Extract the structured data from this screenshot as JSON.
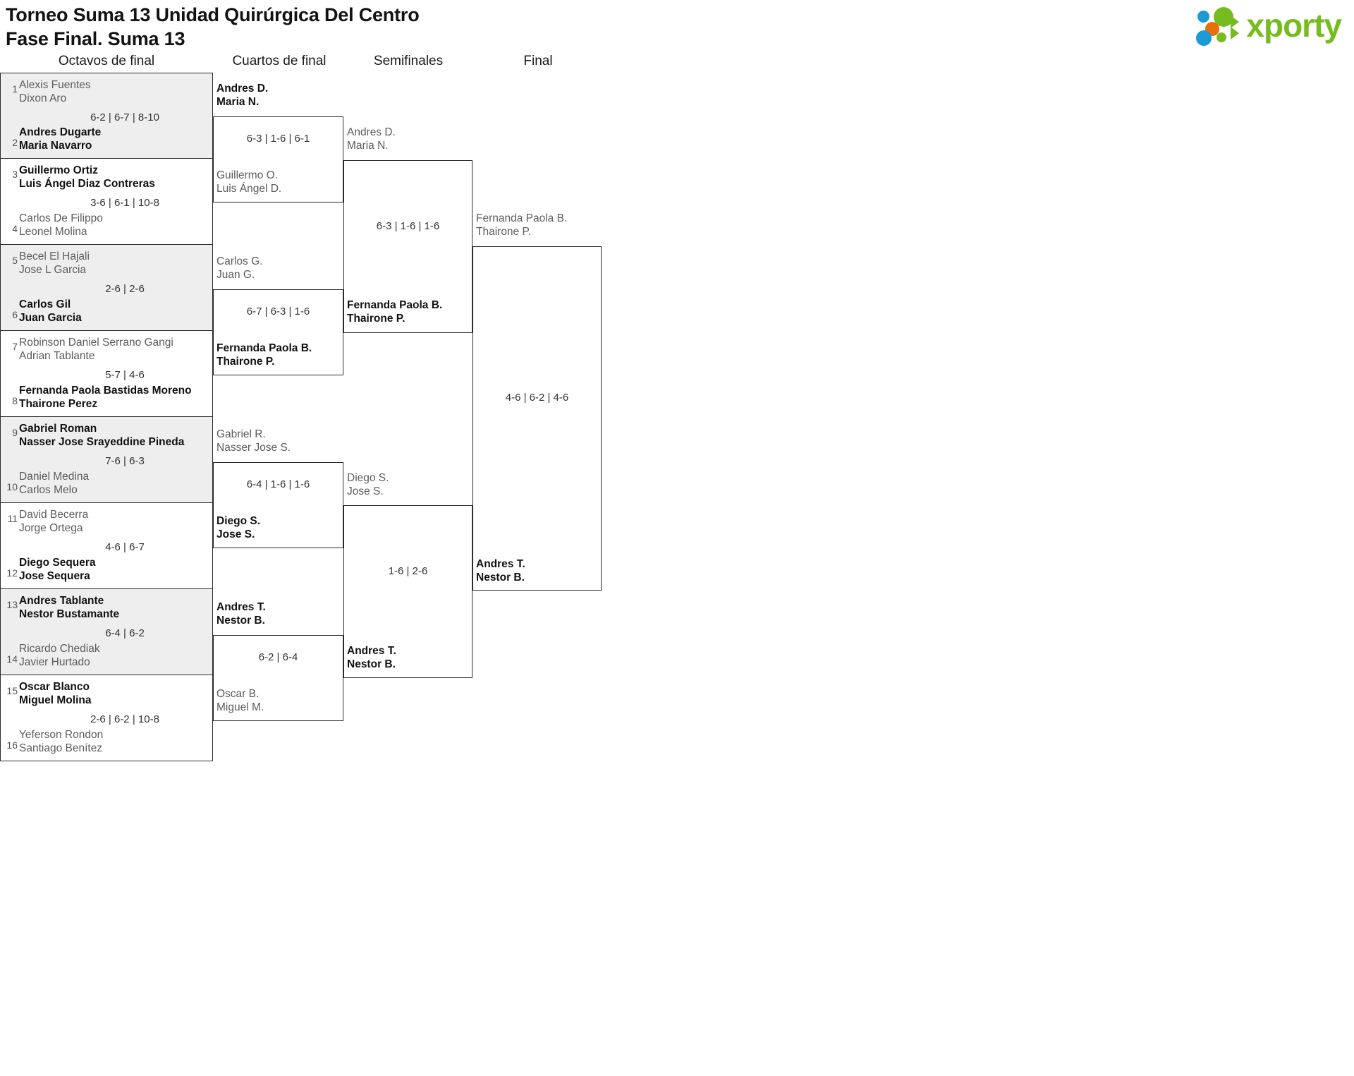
{
  "header": {
    "title_line1": "Torneo Suma 13 Unidad Quirúrgica Del Centro",
    "title_line2": "Fase Final. Suma 13",
    "logo_text": "xporty",
    "logo_colors": {
      "green": "#76bc21",
      "blue": "#1b9ad6",
      "orange": "#e8700a"
    }
  },
  "rounds": [
    {
      "label": "Octavos de final"
    },
    {
      "label": "Cuartos de final"
    },
    {
      "label": "Semifinales"
    },
    {
      "label": "Final"
    }
  ],
  "round1": {
    "matches": [
      {
        "shaded": true,
        "score": "6-2 | 6-7 | 8-10",
        "top": {
          "seed": "1",
          "p1": "Alexis Fuentes",
          "p2": "Dixon Aro",
          "winner": false
        },
        "bottom": {
          "seed": "2",
          "p1": "Andres Dugarte",
          "p2": "Maria Navarro",
          "winner": true
        }
      },
      {
        "shaded": false,
        "score": "3-6 | 6-1 | 10-8",
        "top": {
          "seed": "3",
          "p1": "Guillermo Ortiz",
          "p2": "Luis Ángel Diaz Contreras",
          "winner": true
        },
        "bottom": {
          "seed": "4",
          "p1": "Carlos De Filippo",
          "p2": "Leonel Molina",
          "winner": false
        }
      },
      {
        "shaded": true,
        "score": "2-6 | 2-6",
        "top": {
          "seed": "5",
          "p1": "Becel El Hajali",
          "p2": "Jose L Garcia",
          "winner": false
        },
        "bottom": {
          "seed": "6",
          "p1": "Carlos Gil",
          "p2": "Juan Garcia",
          "winner": true
        }
      },
      {
        "shaded": false,
        "score": "5-7 | 4-6",
        "top": {
          "seed": "7",
          "p1": "Robinson Daniel Serrano Gangi",
          "p2": "Adrian Tablante",
          "winner": false
        },
        "bottom": {
          "seed": "8",
          "p1": "Fernanda Paola Bastidas Moreno",
          "p2": "Thairone Perez",
          "winner": true
        }
      },
      {
        "shaded": true,
        "score": "7-6 | 6-3",
        "top": {
          "seed": "9",
          "p1": "Gabriel Roman",
          "p2": "Nasser Jose Srayeddine Pineda",
          "winner": true
        },
        "bottom": {
          "seed": "10",
          "p1": "Daniel Medina",
          "p2": "Carlos Melo",
          "winner": false
        }
      },
      {
        "shaded": false,
        "score": "4-6 | 6-7",
        "top": {
          "seed": "11",
          "p1": "David Becerra",
          "p2": "Jorge Ortega",
          "winner": false
        },
        "bottom": {
          "seed": "12",
          "p1": "Diego Sequera",
          "p2": "Jose Sequera",
          "winner": true
        }
      },
      {
        "shaded": true,
        "score": "6-4 | 6-2",
        "top": {
          "seed": "13",
          "p1": "Andres Tablante",
          "p2": "Nestor Bustamante",
          "winner": true
        },
        "bottom": {
          "seed": "14",
          "p1": "Ricardo Chediak",
          "p2": "Javier Hurtado",
          "winner": false
        }
      },
      {
        "shaded": false,
        "score": "2-6 | 6-2 | 10-8",
        "top": {
          "seed": "15",
          "p1": "Oscar Blanco",
          "p2": "Miguel Molina",
          "winner": true
        },
        "bottom": {
          "seed": "16",
          "p1": "Yeferson Rondon",
          "p2": "Santiago Benítez",
          "winner": false
        }
      }
    ]
  },
  "round2": {
    "matches": [
      {
        "score": "6-3 | 1-6 | 6-1",
        "top": {
          "p1": "Andres D.",
          "p2": "Maria N.",
          "winner": true
        },
        "bottom": {
          "p1": "Guillermo O.",
          "p2": "Luis Ángel D.",
          "winner": false
        }
      },
      {
        "score": "6-7 | 6-3 | 1-6",
        "top": {
          "p1": "Carlos G.",
          "p2": "Juan G.",
          "winner": false
        },
        "bottom": {
          "p1": "Fernanda Paola B.",
          "p2": "Thairone P.",
          "winner": true
        }
      },
      {
        "score": "6-4 | 1-6 | 1-6",
        "top": {
          "p1": "Gabriel R.",
          "p2": "Nasser Jose S.",
          "winner": false
        },
        "bottom": {
          "p1": "Diego S.",
          "p2": "Jose S.",
          "winner": true
        }
      },
      {
        "score": "6-2 | 6-4",
        "top": {
          "p1": "Andres T.",
          "p2": "Nestor B.",
          "winner": true
        },
        "bottom": {
          "p1": "Oscar B.",
          "p2": "Miguel M.",
          "winner": false
        }
      }
    ]
  },
  "round3": {
    "matches": [
      {
        "score": "6-3 | 1-6 | 1-6",
        "top": {
          "p1": "Andres D.",
          "p2": "Maria N.",
          "winner": false
        },
        "bottom": {
          "p1": "Fernanda Paola B.",
          "p2": "Thairone P.",
          "winner": true
        }
      },
      {
        "score": "1-6 | 2-6",
        "top": {
          "p1": "Diego S.",
          "p2": "Jose S.",
          "winner": false
        },
        "bottom": {
          "p1": "Andres T.",
          "p2": "Nestor B.",
          "winner": true
        }
      }
    ]
  },
  "round4": {
    "matches": [
      {
        "score": "4-6 | 6-2 | 4-6",
        "top": {
          "p1": "Fernanda Paola B.",
          "p2": "Thairone P.",
          "winner": false
        },
        "bottom": {
          "p1": "Andres T.",
          "p2": "Nestor B.",
          "winner": true
        }
      }
    ]
  }
}
